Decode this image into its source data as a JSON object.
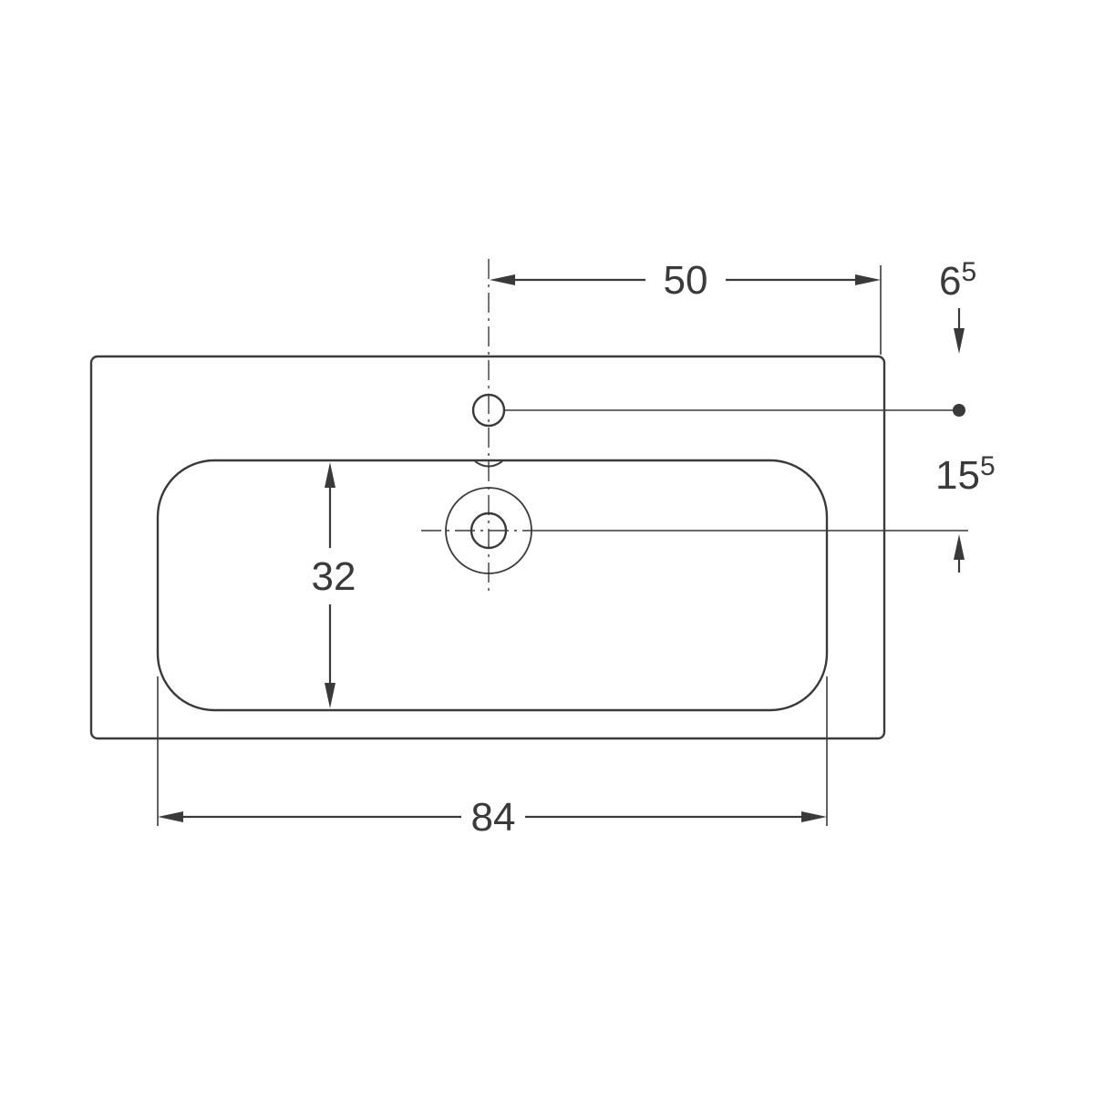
{
  "drawing": {
    "kind": "washbasin-technical-drawing-top-view",
    "labels": {
      "width_to_tap": {
        "value": "50"
      },
      "tap_edge_offset": {
        "value": "6",
        "sup": "5"
      },
      "tap_to_drain": {
        "value": "15",
        "sup": "5"
      },
      "basin_depth": {
        "value": "32"
      },
      "basin_width": {
        "value": "84"
      }
    },
    "colors": {
      "line": "#3a3a3a",
      "background": "#ffffff"
    }
  }
}
